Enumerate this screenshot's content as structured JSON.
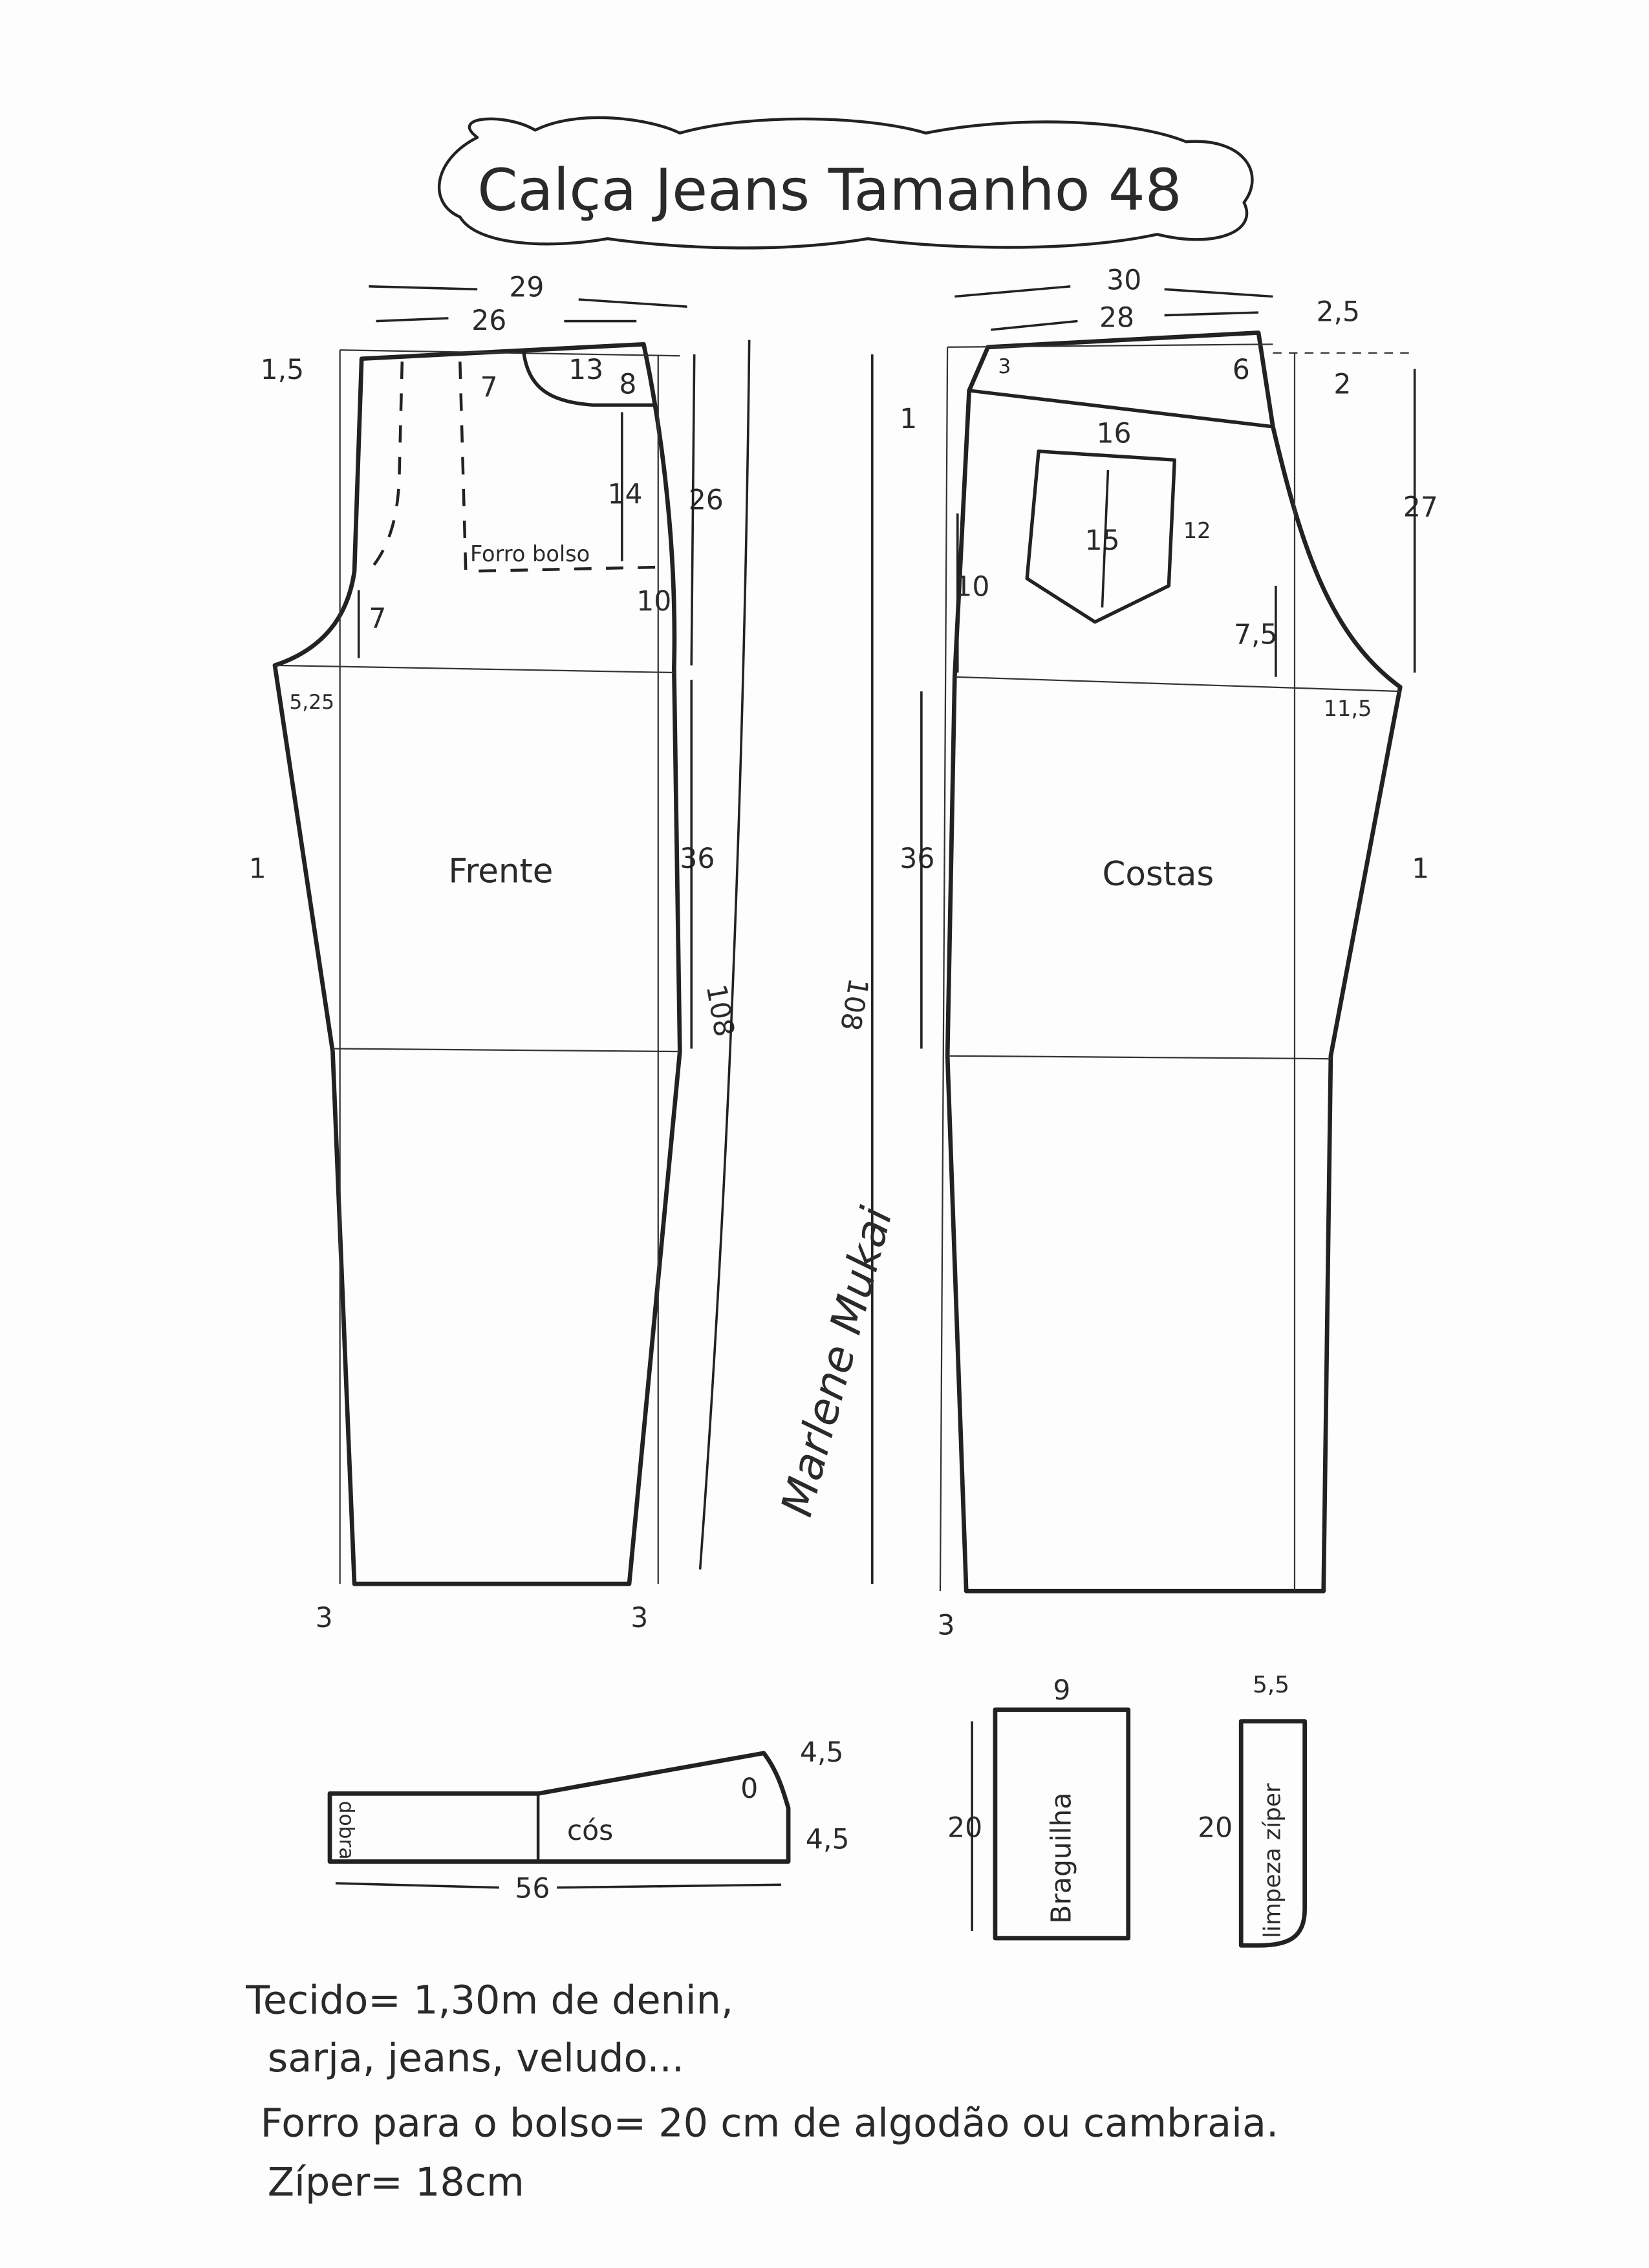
{
  "title": "Calça Jeans Tamanho 48",
  "front": {
    "label": "Frente",
    "dims": {
      "outer_waist": "29",
      "waist": "26",
      "rise_out": "1,5",
      "pocket_width": "13",
      "fly": "7",
      "pocket_depth": "8",
      "lining_height": "14",
      "lining_label": "Forro bolso",
      "side_hip": "10",
      "crotch_depth": "7",
      "crotch_ext": "5,25",
      "side_height": "26",
      "knee": "36",
      "length": "108",
      "side_in": "1",
      "hem_left": "3",
      "hem_right": "3"
    }
  },
  "back": {
    "label": "Costas",
    "dims": {
      "outer_waist": "30",
      "waist": "28",
      "waist_rise": "2,5",
      "yoke_left": "3",
      "yoke_right": "6",
      "side_out": "2",
      "left_in": "1",
      "pocket_width": "16",
      "pocket_center": "15",
      "pocket_side": "12",
      "hip": "10",
      "crotch_depth": "7,5",
      "crotch_ext": "11,5",
      "rise_height": "27",
      "knee": "36",
      "length": "108",
      "side_in": "1",
      "hem": "3"
    }
  },
  "waistband": {
    "label": "cós",
    "fold_label": "dobra",
    "length": "56",
    "height_top": "4,5",
    "height_bottom": "4,5",
    "button": "0"
  },
  "fly": {
    "label": "Braguilha",
    "width": "9",
    "height": "20"
  },
  "zip_facing": {
    "label": "limpeza zíper",
    "width": "5,5",
    "height": "20"
  },
  "notes": [
    "Tecido= 1,30m  de denin,",
    "sarja, jeans, veludo...",
    "Forro para o bolso= 20 cm de algodão ou cambraia.",
    "Zíper= 18cm"
  ],
  "signature": "Marlene Mukai"
}
